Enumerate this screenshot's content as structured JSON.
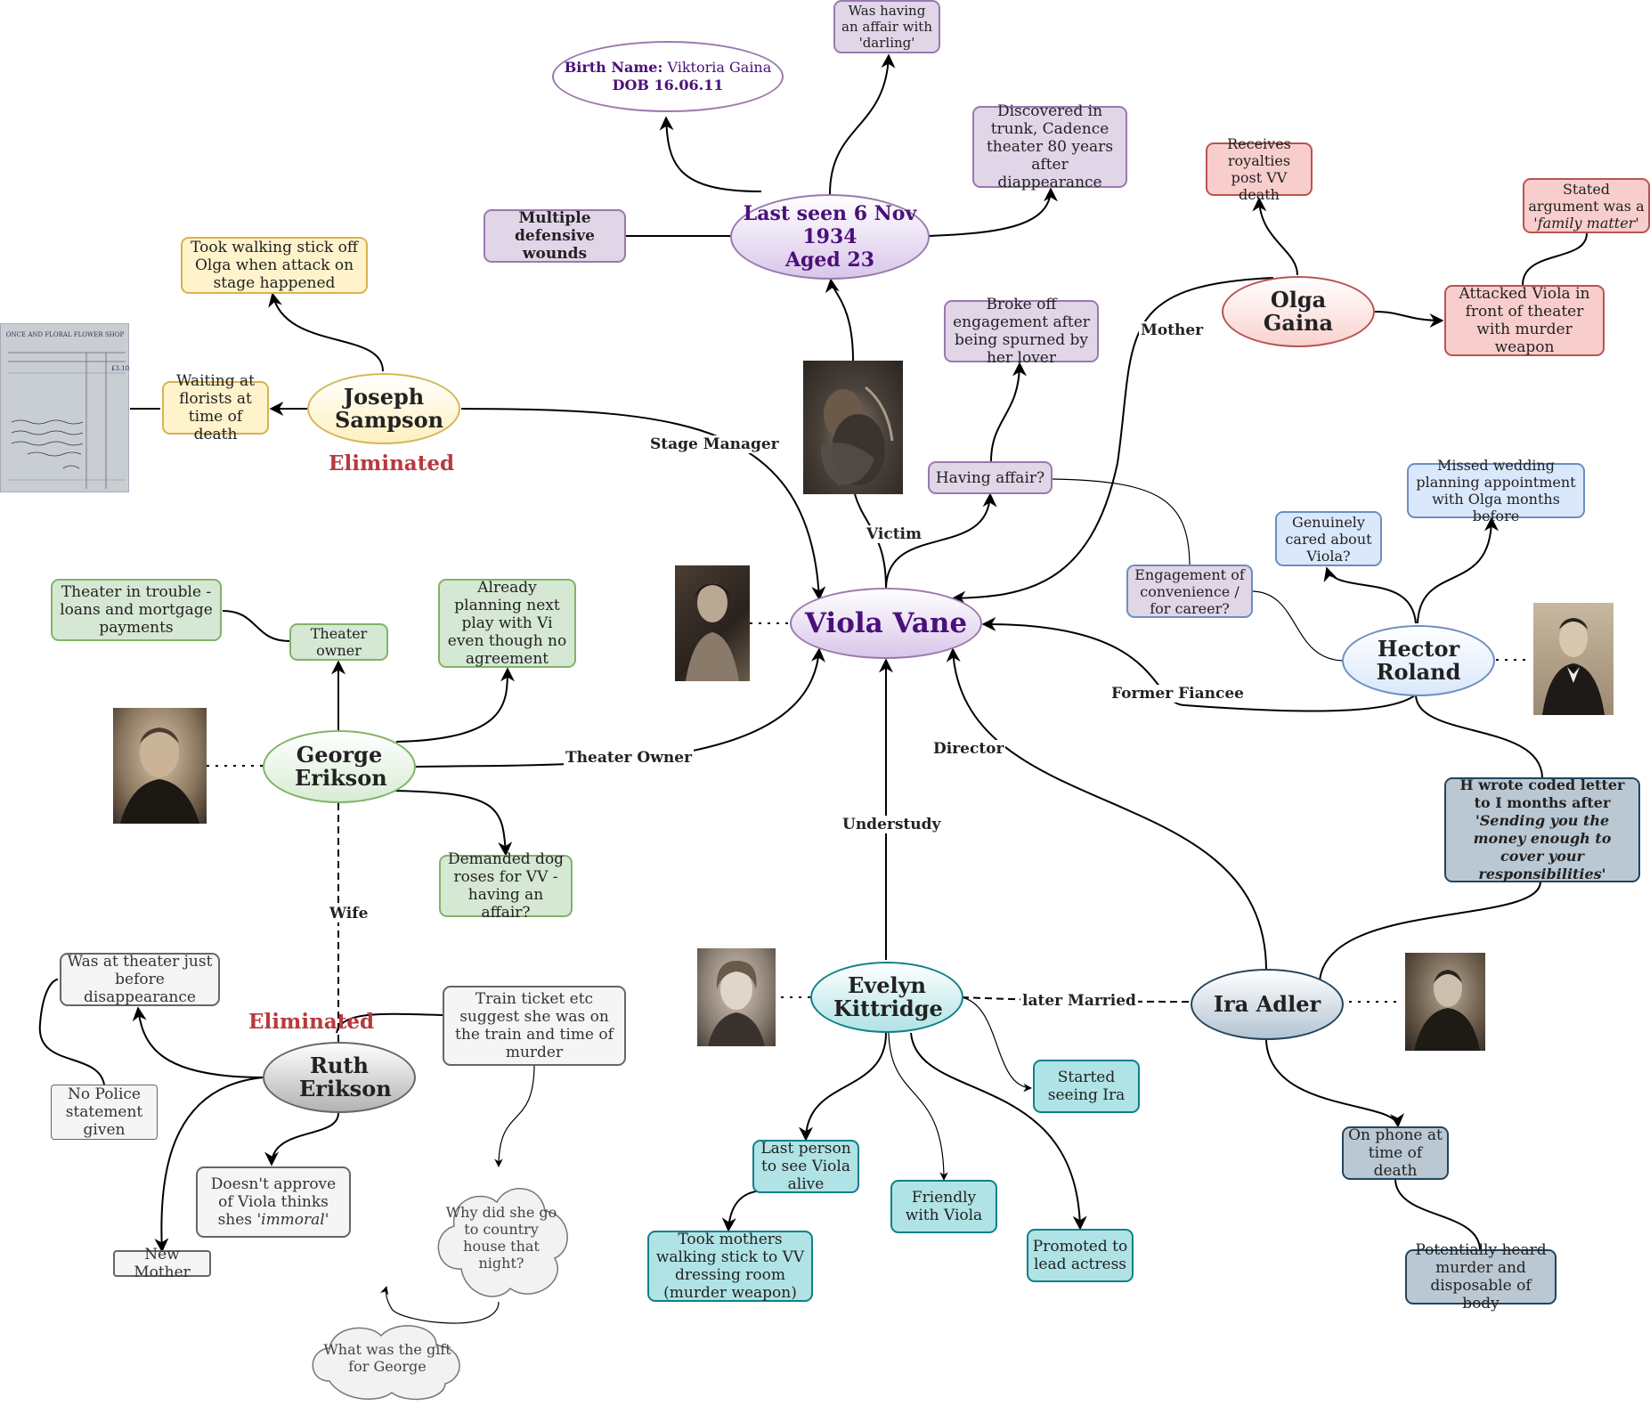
{
  "central": {
    "name": "Viola Vane"
  },
  "last_seen": {
    "line1": "Last seen 6 Nov",
    "line2": "1934",
    "line3": "Aged 23"
  },
  "birth": {
    "label": "Birth Name:",
    "name": "Viktoria Gaina",
    "dob": "DOB 16.06.11"
  },
  "facts": {
    "affair_darling": "Was having an affair with 'darling'",
    "trunk": "Discovered in trunk, Cadence theater 80 years after diappearance",
    "wounds": "Multiple defensive wounds",
    "broke_engagement": "Broke off engagement after being spurned by her lover",
    "having_affair": "Having affair?",
    "engagement_convenience": "Engagement of convenience / for career?"
  },
  "olga": {
    "name": "Olga Gaina",
    "royalties": "Receives royalties post VV death",
    "argument_prefix": "Stated argument was a ",
    "argument_em": "'family matter'",
    "attacked": "Attacked Viola in front of theater with murder weapon"
  },
  "joseph": {
    "name": "Joseph Sampson",
    "stick": "Took walking stick off Olga when attack on stage happened",
    "florists": "Waiting at florists at time of death",
    "eliminated": "Eliminated",
    "receipt_header": "ONCE AND FLORAL FLOWER SHOP",
    "receipt_total": "£3.10.6"
  },
  "hector": {
    "name": "Hector Roland",
    "cared": "Genuinely cared about Viola?",
    "missed": "Missed wedding planning appointment with Olga months before",
    "letter_prefix": "H wrote coded letter to I months after ",
    "letter_em": "'Sending you the money enough to cover your responsibilities'"
  },
  "george": {
    "name": "George Erikson",
    "trouble": "Theater in trouble - loans and mortgage payments",
    "owner": "Theater owner",
    "planning": "Already planning next play with Vi even though no agreement",
    "roses": "Demanded dog roses for VV - having an affair?"
  },
  "ruth": {
    "name": "Ruth Erikson",
    "eliminated": "Eliminated",
    "theater": "Was at theater just before disappearance",
    "police": "No Police statement given",
    "approve_prefix": "Doesn't approve of Viola thinks shes ",
    "approve_em": "'immoral'",
    "mother": "New Mother",
    "ticket": "Train ticket etc suggest she was on the train and time of murder",
    "why": "Why did she go to country house that night?",
    "gift": "What was the gift for George"
  },
  "evelyn": {
    "name": "Evelyn Kittridge",
    "seeing": "Started seeing Ira",
    "last_person": "Last person to see Viola alive",
    "took_stick": "Took mothers walking stick to VV dressing room (murder weapon)",
    "friendly": "Friendly with Viola",
    "promoted": "Promoted to lead actress"
  },
  "ira": {
    "name": "Ira Adler",
    "phone": "On phone at time of death",
    "heard": "Potentially heard murder and disposable of body"
  },
  "edge_labels": {
    "stage_manager": "Stage Manager",
    "victim": "Victim",
    "mother": "Mother",
    "former_fiancee": "Former Fiancee",
    "theater_owner": "Theater Owner",
    "director": "Director",
    "understudy": "Understudy",
    "wife": "Wife",
    "later_married": "later Married"
  },
  "colors": {
    "purple": "#9a79ad",
    "yellow": "#d6b656",
    "red": "#b85450",
    "green": "#82b366",
    "blue": "#6c8ebf",
    "teal": "#0e8088",
    "grey": "#666666",
    "slate": "#23445d",
    "eliminated": "#b8393f"
  }
}
